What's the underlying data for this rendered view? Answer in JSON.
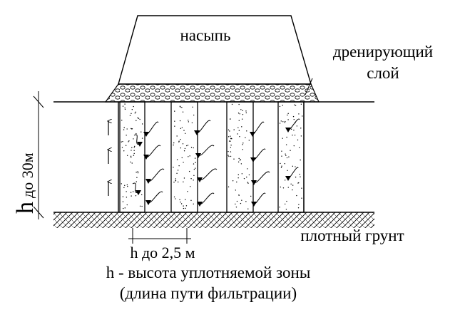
{
  "labels": {
    "embankment": "насыпь",
    "drain_layer_line1": "дренирующий",
    "drain_layer_line2": "слой",
    "depth_symbol": "h",
    "depth_limit": "до 30м",
    "dense_soil": "плотный грунт",
    "spacing": "h до 2,5 м",
    "legend_line1": "h - высота уплотняемой зоны",
    "legend_line2": "(длина пути фильтрации)"
  },
  "colors": {
    "ink": "#000000",
    "background": "#ffffff"
  }
}
